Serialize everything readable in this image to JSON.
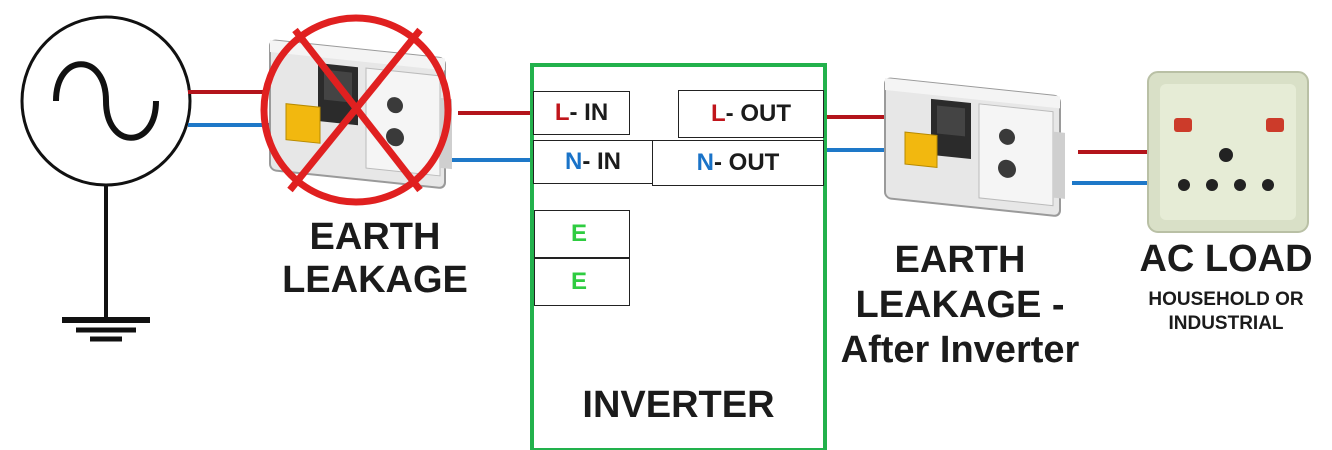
{
  "title": "",
  "labels": {
    "earth_leakage_before": [
      "EARTH",
      "LEAKAGE"
    ],
    "earth_leakage_after": [
      "EARTH",
      "LEAKAGE -",
      "After Inverter"
    ],
    "ac_load": "AC LOAD",
    "ac_load_sub": [
      "HOUSEHOLD OR",
      "INDUSTRIAL"
    ],
    "inverter": "INVERTER"
  },
  "terminals": {
    "l_in": {
      "letter": "L",
      "text": " - IN"
    },
    "n_in": {
      "letter": "N",
      "text": " - IN"
    },
    "l_out": {
      "letter": "L",
      "text": " - OUT"
    },
    "n_out": {
      "letter": "N",
      "text": " - OUT"
    },
    "e1": "E",
    "e2": "E"
  },
  "colors": {
    "live_wire": "#b3141b",
    "neutral_wire": "#1e78c8",
    "inverter_border": "#22b14c",
    "cross_mark": "#e02020",
    "earth_terminal": "#2ecc40"
  },
  "icons": [
    "ac-source-icon",
    "ground-icon",
    "breaker-icon",
    "prohibited-cross-icon",
    "wall-socket-icon"
  ]
}
